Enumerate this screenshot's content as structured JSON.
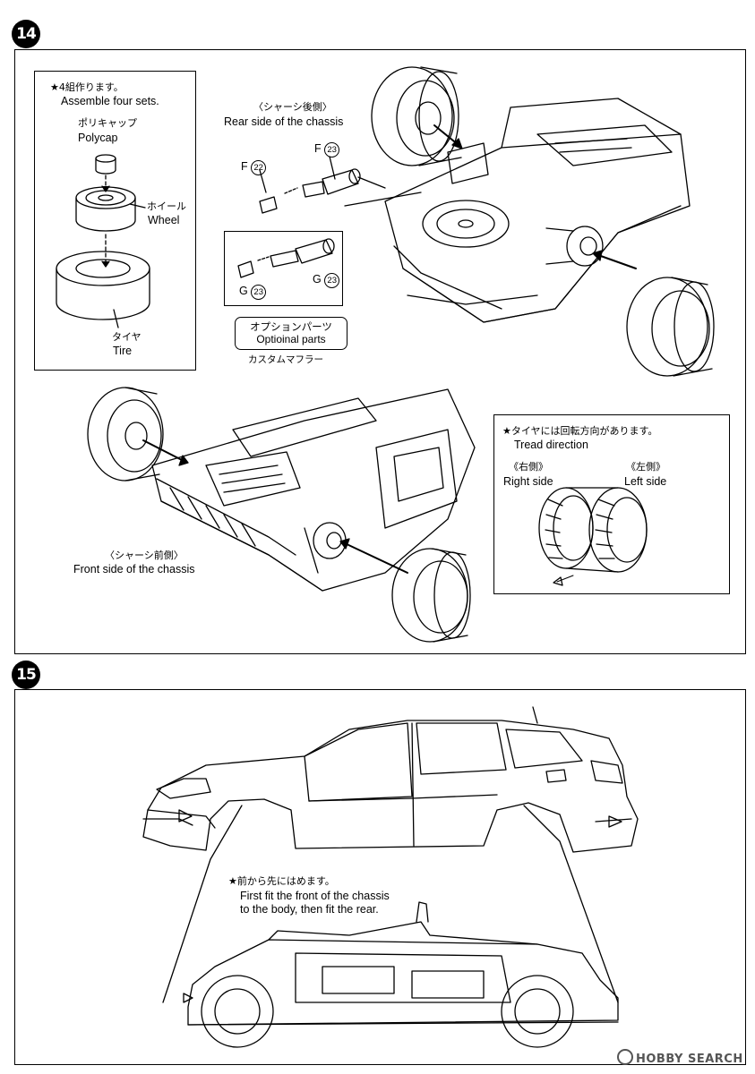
{
  "step14": {
    "number": "14",
    "inset": {
      "note_jp": "★4組作ります。",
      "note_en": "Assemble four sets.",
      "polycap_jp": "ポリキャップ",
      "polycap_en": "Polycap",
      "wheel_jp": "ホイール",
      "wheel_en": "Wheel",
      "tire_jp": "タイヤ",
      "tire_en": "Tire"
    },
    "rear": {
      "label_jp": "〈シャーシ後側〉",
      "label_en": "Rear side of the chassis",
      "part_f22_prefix": "F",
      "part_f22_num": "22",
      "part_f23_prefix": "F",
      "part_f23_num": "23",
      "part_g23a_prefix": "G",
      "part_g23a_num": "23",
      "part_g23b_prefix": "G",
      "part_g23b_num": "23",
      "option_jp": "オプションパーツ",
      "option_en": "Optioinal parts",
      "muffler_jp": "カスタムマフラー"
    },
    "front": {
      "label_jp": "〈シャーシ前側〉",
      "label_en": "Front side of the chassis"
    },
    "tread": {
      "note_jp": "★タイヤには回転方向があります。",
      "note_en": "Tread direction",
      "right_jp": "《右側》",
      "right_en": "Right side",
      "left_jp": "《左側》",
      "left_en": "Left side"
    }
  },
  "step15": {
    "number": "15",
    "note_jp": "★前から先にはめます。",
    "note_en_line1": "First fit the front of the chassis",
    "note_en_line2": "to the body, then fit the rear."
  },
  "watermark": {
    "text": "HOBBY SEARCH"
  },
  "colors": {
    "ink": "#000000",
    "paper": "#ffffff",
    "watermark": "#555555"
  }
}
